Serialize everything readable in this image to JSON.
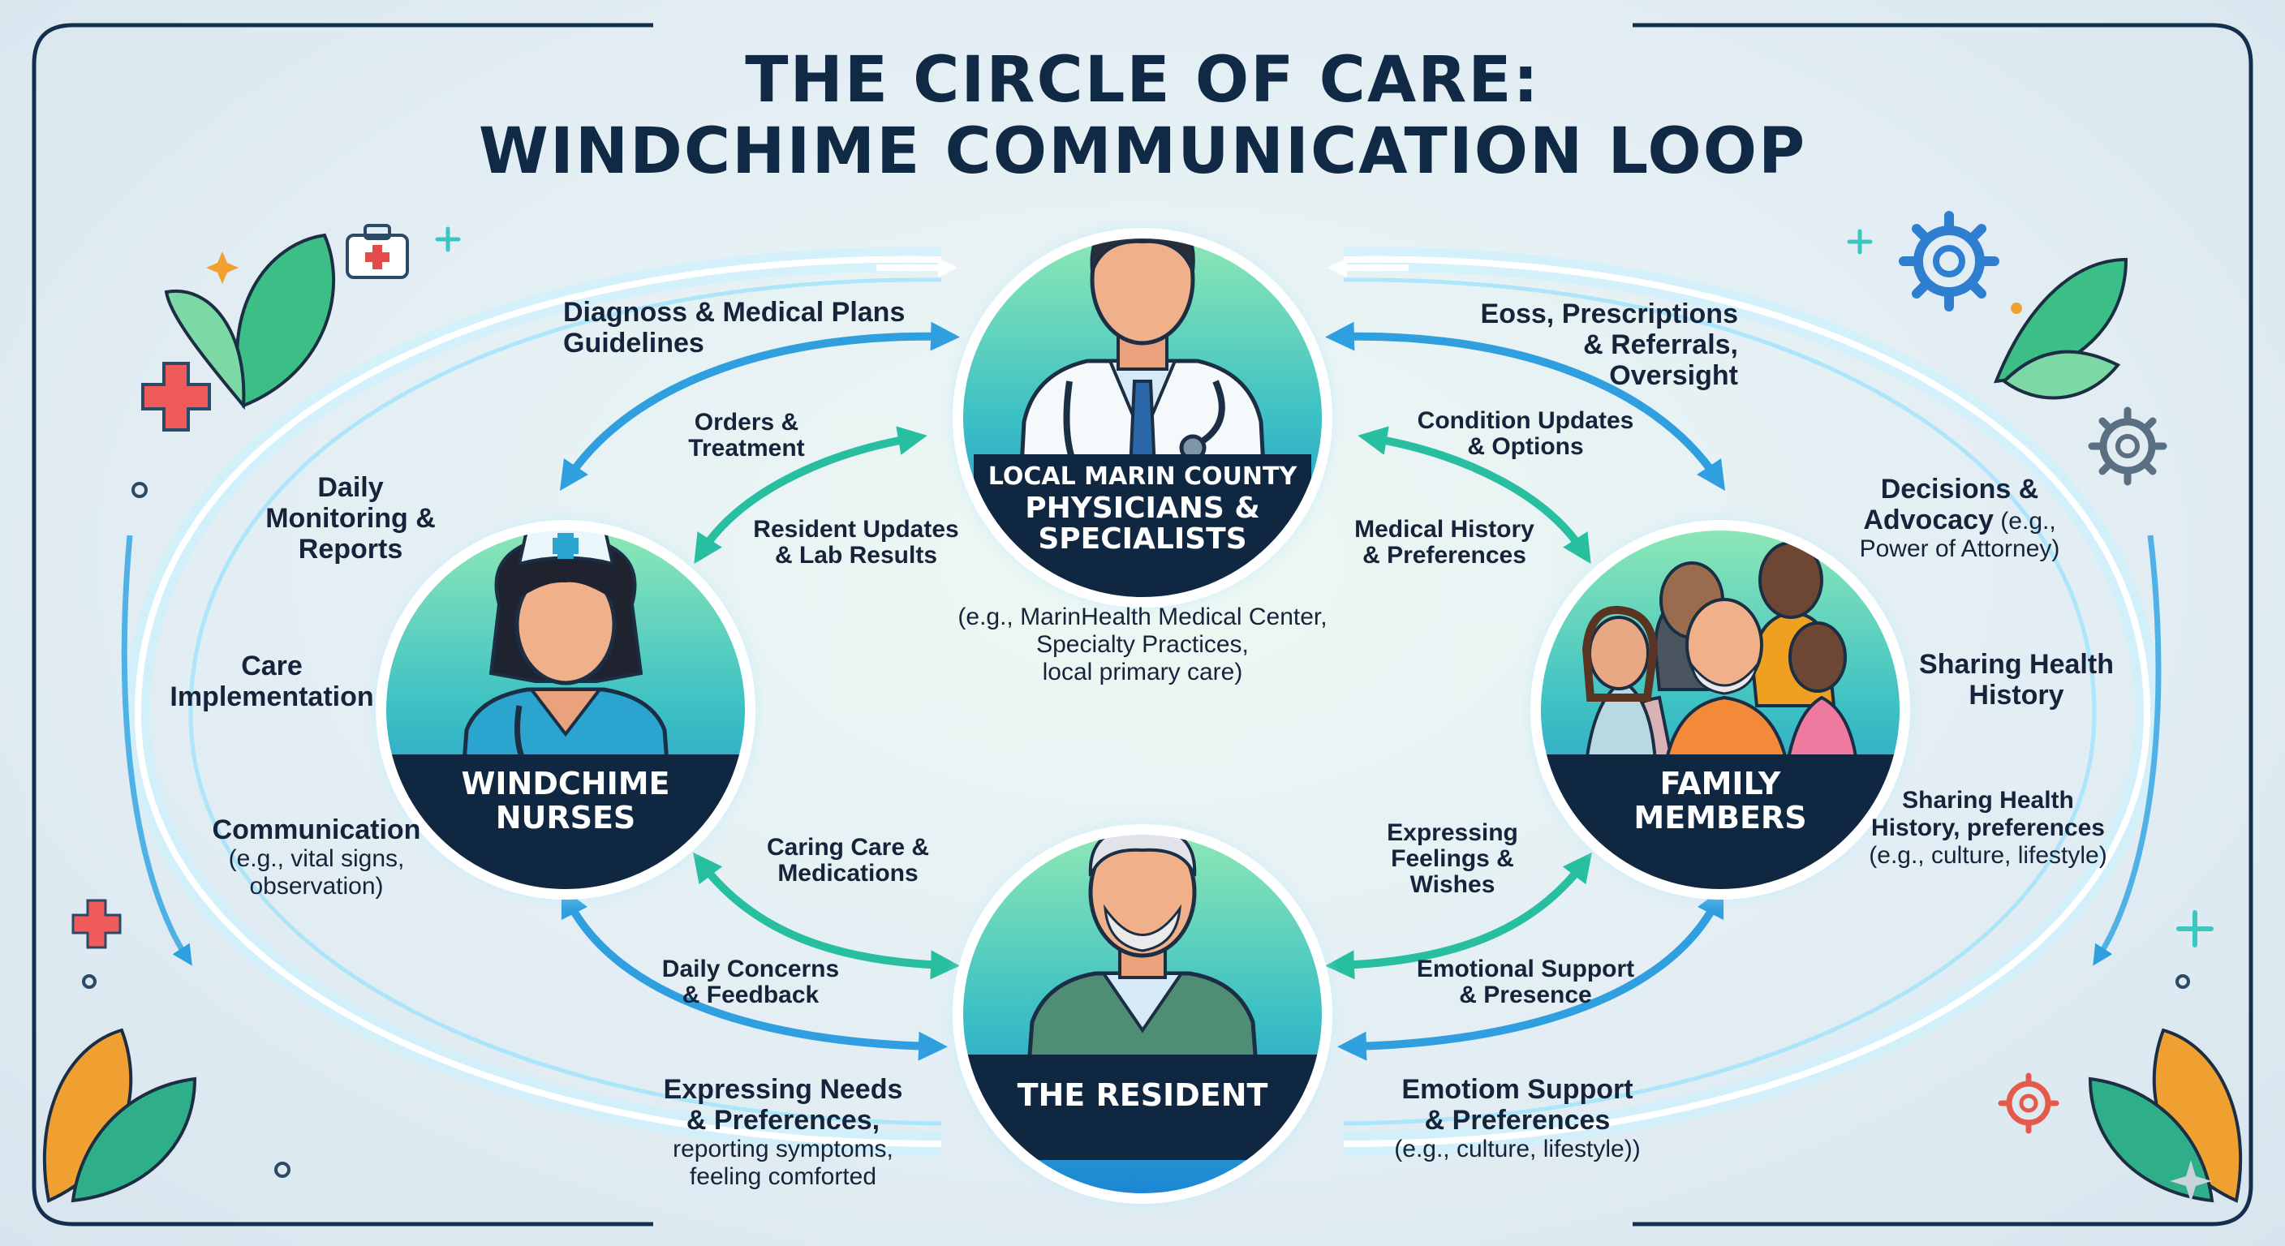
{
  "title": {
    "line1": "THE CIRCLE OF CARE:",
    "line2": "WINDCHIME COMMUNICATION LOOP"
  },
  "nodes": {
    "physicians": {
      "name_line1": "LOCAL MARIN COUNTY",
      "name_line2": "PHYSICIANS &",
      "name_line3": "SPECIALISTS",
      "examples_line1": "(e.g., MarinHealth Medical Center,",
      "examples_line2": "Specialty Practices,",
      "examples_line3": "local primary care)"
    },
    "nurses": {
      "name_line1": "WINDCHIME",
      "name_line2": "NURSES"
    },
    "family": {
      "name_line1": "FAMILY",
      "name_line2": "MEMBERS"
    },
    "resident": {
      "name": "THE RESIDENT"
    }
  },
  "labels": {
    "diagnoss_1": "Diagnoss & Medical Plans",
    "diagnoss_2": "Guidelines",
    "orders_1": "Orders &",
    "orders_2": "Treatment",
    "resident_updates_1": "Resident Updates",
    "resident_updates_2": "& Lab Results",
    "eoss_1": "Eoss, Prescriptions",
    "eoss_2": "& Referrals,",
    "eoss_3": "Oversight",
    "condition_1": "Condition Updates",
    "condition_2": "& Options",
    "history_1": "Medical History",
    "history_2": "& Preferences",
    "daily_1": "Daily",
    "daily_2": "Monitoring &",
    "daily_3": "Reports",
    "care_impl_1": "Care",
    "care_impl_2": "Implementation",
    "communication": "Communication",
    "communication_sub_1": "(e.g., vital signs,",
    "communication_sub_2": "observation)",
    "decisions_1": "Decisions &",
    "decisions_2": "Advocacy",
    "decisions_2b": " (e.g.,",
    "decisions_3": "Power of Attorney)",
    "sharing_1": "Sharing Health",
    "sharing_2": "History",
    "sharing_pref_1": "Sharing Health",
    "sharing_pref_2": "History, preferences",
    "sharing_pref_3": "(e.g., culture, lifestyle)",
    "caring_1": "Caring Care &",
    "caring_2": "Medications",
    "concerns_1": "Daily Concerns",
    "concerns_2": "& Feedback",
    "expressing_feelings_1": "Expressing",
    "expressing_feelings_2": "Feelings &",
    "expressing_feelings_3": "Wishes",
    "emotional_1": "Emotional Support",
    "emotional_2": "& Presence",
    "needs_1": "Expressing Needs",
    "needs_2": "& Preferences,",
    "needs_3": "reporting symptoms,",
    "needs_4": "feeling comforted",
    "emotiom_1": "Emotiom Support",
    "emotiom_2": "& Preferences",
    "emotiom_3": "(e.g., culture, lifestyle))"
  },
  "colors": {
    "arrow_blue": "#2f9fe0",
    "arrow_teal": "#27bfa0",
    "node_grad_top": "#8be6b4",
    "node_grad_bottom": "#1f8fd6",
    "banner": "#0f2741",
    "loop_glow": "#bfeefc"
  },
  "icons": [
    "first-aid-kit-icon",
    "medical-cross-icon",
    "gear-icon",
    "leaf-icon",
    "sparkle-icon"
  ]
}
